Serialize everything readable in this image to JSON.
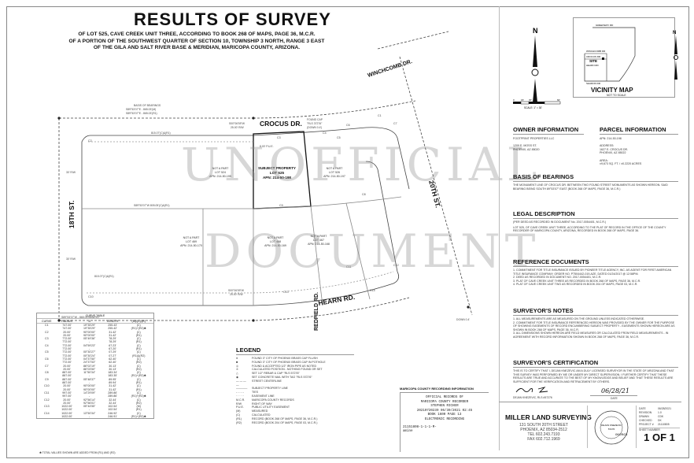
{
  "header": {
    "title": "RESULTS OF SURVEY",
    "subtitle_lines": [
      "OF LOT 525, CAVE CREEK UNIT THREE, ACCORDING TO BOOK 268 OF MAPS, PAGE 36, M.C.R.",
      "OF A PORTION OF THE SOUTHWEST QUARTER OF SECTION 10, TOWNSHIP 3 NORTH, RANGE 3 EAST",
      "OF THE GILA AND SALT RIVER BASE & MERIDIAN, MARICOPA COUNTY, ARIZONA."
    ]
  },
  "watermark": {
    "line1": "UNOFFICIAL",
    "line2": "DOCUMENT"
  },
  "plat": {
    "streets": {
      "crocus": "CROCUS DR.",
      "winchcomb": "WINCHCOMB DR.",
      "hearn": "HEARN RD.",
      "redfield": "REDFIELD RD.",
      "st18": "18TH ST.",
      "st20": "20TH ST."
    },
    "basis_label": [
      "BASIS OF BEARINGS",
      "S89°53'07\"E - 865.03'(M)",
      "S89°53'07\"E - 865.03'(R1)"
    ],
    "corner_note_top": [
      "S00°06'59\"W",
      "25.00' R/W"
    ],
    "corner_note_bottom": [
      "S00°06'59\"W",
      "25.00' R/W"
    ],
    "found_cap": [
      "FOUND CAP",
      "\"RLS 37276\"",
      "(DOWN 0.4')"
    ],
    "down_note": "DOWN 0.4'",
    "row_label": "30' R/W",
    "pue": "8.00' P.U.E.",
    "dist_top": "815.07'(C)&(R1)",
    "dist_mid": "S89°53'07\"W  805.05'(C)&(R1)",
    "dist_bottom": "815.07'(C)&(R1)",
    "dist_bottom2": "S89°53'07\"W - 865.03'(M)&(R1)",
    "subject": {
      "line1": "SUBJECT PROPERTY",
      "line2": "LOT 525",
      "line3": "APN: 214-50-198"
    },
    "lots": [
      {
        "line1": "NOT A PART",
        "line2": "LOT 524",
        "line3": "APN: 214-50-195"
      },
      {
        "line1": "NOT A PART",
        "line2": "LOT 526",
        "line3": "APN: 214-50-197"
      },
      {
        "line1": "NOT A PART",
        "line2": "LOT 469",
        "line3": "APN: 214-50-170"
      },
      {
        "line1": "NOT A PART",
        "line2": "LOT 468",
        "line3": "APN: 214-50-169"
      },
      {
        "line1": "NOT A PART",
        "line2": "LOT 467",
        "line3": "APN: 214-50-168"
      }
    ],
    "curve_labels": [
      "C1",
      "C2",
      "C3",
      "C4",
      "C5",
      "C6",
      "C7",
      "C8",
      "C9",
      "C10",
      "C11",
      "C12",
      "C13",
      "C14"
    ]
  },
  "north_arrow": {
    "letter": "N",
    "scale_ticks": [
      "0",
      "15'",
      "30'",
      "60'"
    ],
    "scale_label": "SCALE: 1\" = 30'"
  },
  "vicinity_map": {
    "title": "VICINITY MAP",
    "subtitle": "NOT TO SCALE",
    "site": "SITE",
    "roads": [
      "GREENWAY RD",
      "WINCHCOMB DR",
      "CROCUS DR",
      "HEARN RD",
      "SHARON DR",
      "18TH ST",
      "20TH ST",
      "CAVE CREEK RD"
    ]
  },
  "owner": {
    "heading": "OWNER INFORMATION",
    "lines": [
      "FOOTPRINT PROPERTIES LLC",
      "",
      "1209 E. MOSS ST.",
      "PHOENIX, AZ 85020"
    ]
  },
  "parcel": {
    "heading": "PARCEL INFORMATION",
    "lines": [
      "APN: 214-50-198",
      "",
      "ADDRESS:",
      "1627 E. CROCUS DR.",
      "PHOENIX, AZ 85022",
      "",
      "AREA:",
      "±9,673 SQ. FT. / ±0.2220 ACRES"
    ]
  },
  "basis": {
    "heading": "BASIS OF BEARINGS",
    "text": "THE MONUMENT LINE OF CROCUS DR. BETWEEN TWO FOUND STREET MONUMENTS AS SHOWN HEREON. SAID BEARING BEING SOUTH 89°53'07\" EAST (BOOK 268 OF MAPS, PAGE 36, M.C.R.)"
  },
  "legal": {
    "heading": "LEGAL DESCRIPTION",
    "line1": "(PER DEED AS RECORDED IN DOCUMENT No. 2017-0054401, M.C.R.)",
    "text": "LOT 525, OF CAVE CREEK UNIT THREE, ACCORDING TO THE PLAT OF RECORD IN THE OFFICE OF THE COUNTY RECORDER OF MARICOPA COUNTY, ARIZONA, RECORDED IN BOOK 268 OF MAPS, PAGE 36."
  },
  "references": {
    "heading": "REFERENCE DOCUMENTS",
    "items": [
      "1.  COMMITMENT FOR TITLE INSURANCE ISSUED BY PIONEER TITLE AGENCY, INC. AS AGENT FOR FIRST AMERICAN TITLE INSURANCE COMPANY, ORDER NO. P7504442-019-AZE, DATED 01/24/2017 @ 12:58PM.",
      "2.  DEED AS RECORDED IN DOCUMENT NO. 2017-0054401, M.C.R.",
      "3.  PLAT OF CAVE CREEK UNIT THREE AS RECORDED IN BOOK 268 OF MAPS, PAGE 36, M.C.R.",
      "4.  PLAT OF CAVE CREEK UNIT TWO AS RECORDED IN BOOK 204 OF MAPS, PAGE 03, M.C.R."
    ]
  },
  "notes": {
    "heading": "SURVEYOR'S NOTES",
    "items": [
      "1.  ALL MEASUREMENTS ARE AS MEASURED ON THE GROUND UNLESS INDICATED OTHERWISE.",
      "2.  COMMITMENT FOR TITLE INSURANCE REFERENCED HEREON WAS PROVIDED BY THE OWNER FOR THE PURPOSE OF SHOWING EASEMENTS OF RECORD ENCUMBERING SUBJECT PROPERTY - EASEMENTS SHOWN HEREON ARE AS SHOWN IN BOOK 268 OF MAPS, PAGE 36, M.C.R.",
      "3.  ALL DIMENSIONS SHOWN HEREON ARE FIELD MEASURES OR CALCULATED FROM FIELD MEASUREMENTS - IN AGREEMENT WITH RECORD INFORMATION SHOWN IN BOOK 268 OF MAPS, PAGE 36, M.C.R."
    ]
  },
  "certification": {
    "heading": "SURVEYOR'S CERTIFICATION",
    "text": "THIS IS TO CERTIFY THAT I, DEJAN KNEZEVIC AM A DULY LICENSED SURVEYOR IN THE STATE OF ARIZONA AND THAT THIS SURVEY WAS PERFORMED BY ME OR UNDER MY DIRECT SUPERVISION. I FURTHER CERTIFY THAT THESE RESULTS ARE TRUE AND ACCURATE TO THE BEST OF MY KNOWLEDGE AND BELIEF AND THAT THESE RESULTS ARE SUFFICIENT FOR THE VERIFICATION AND RETRACEMENT BY OTHERS.",
    "signer": "DEJAN KNEZEVIC, RLS #57276",
    "date_value": "06/28/21",
    "date_label": "DATE"
  },
  "firm": {
    "name": "MILLER LAND SURVEYING",
    "address1": "131 SOUTH 20TH STREET",
    "address2": "PHOENIX, AZ 85034-2512",
    "tel": "TEL 602.243.7193",
    "fax": "FAX 602.712.1969"
  },
  "seal": {
    "name": "DEJAN KNEZEVIC",
    "number": "57276",
    "date": "06/28/21"
  },
  "sheet_info": {
    "rows": [
      {
        "label": "DATE",
        "value": "06/28/2021"
      },
      {
        "label": "REVISION",
        "value": "1.0"
      },
      {
        "label": "DRAWN",
        "value": "CDK"
      },
      {
        "label": "CHECKED",
        "value": "DK"
      },
      {
        "label": "PROJECT #",
        "value": "21110805"
      }
    ],
    "sheet_number_label": "SHEET NUMBER",
    "sheet_number": "1 OF 1"
  },
  "recording": {
    "heading": "MARICOPA COUNTY RECORDING INFORMATION",
    "lines": [
      "OFFICIAL RECORDS OF",
      "MARICOPA COUNTY RECORDER",
      "STEPHEN RICHER",
      "20210720239  06/30/2021  02:45",
      "BOOK 1600  PAGE 13",
      "ELECTRONIC RECORDING"
    ],
    "footer1": "21151808-1-1-1-M-",
    "footer2": "amine"
  },
  "legend": {
    "heading": "LEGEND",
    "items": [
      {
        "sym": "●",
        "text": "FOUND 3\" CITY OF PHOENIX BRASS CAP FLUSH"
      },
      {
        "sym": "■",
        "text": "FOUND 3\" CITY OF PHOENIX BRASS CAP IN POTHOLE"
      },
      {
        "sym": "◎",
        "text": "FOUND & ACCEPTED 1/2\" IRON PIPE AS NOTED"
      },
      {
        "sym": "✕",
        "text": "CALCULATED POSITION - NOTHING FOUND OR SET"
      },
      {
        "sym": "△",
        "text": "SET 1/2\" REBAR & CAP \"RLS 57276\""
      },
      {
        "sym": "◉",
        "text": "SET CONCRETE NAIL WITH TAG \"RLS 57276\""
      },
      {
        "sym": "— — — —",
        "text": "STREET CENTERLINE"
      },
      {
        "sym": "————",
        "text": "SUBJECT PROPERTY LINE"
      },
      {
        "sym": "- - - - -",
        "text": "TIES"
      },
      {
        "sym": "· · · · ·",
        "text": "EASEMENT LINE"
      },
      {
        "sym": "M.C.R.",
        "text": "MARICOPA COUNTY RECORDS"
      },
      {
        "sym": "R/W",
        "text": "RIGHT OF WAY"
      },
      {
        "sym": "P.U.E.",
        "text": "PUBLIC UTILITY EASEMENT"
      },
      {
        "sym": "(M)",
        "text": "MEASURED"
      },
      {
        "sym": "(C)",
        "text": "CALCULATED"
      },
      {
        "sym": "(R1)",
        "text": "RECORD (BOOK 268 OF MAPS, PAGE 36, M.C.R.)"
      },
      {
        "sym": "(R2)",
        "text": "RECORD (BOOK 204 OF MAPS, PAGE 03, M.C.R.)"
      }
    ]
  },
  "curve_table": {
    "title": "CURVE TABLE",
    "headers": [
      "CURVE",
      "RADIUS",
      "Δ",
      "LENGTH",
      "(M)/(C)/(R)"
    ],
    "rows": [
      [
        "C1",
        "747.00'",
        "19°35'29\"",
        "255.43'",
        "(C)"
      ],
      [
        "",
        "747.00'",
        "19°35'29\"",
        "255.42'",
        "(R1)+(R2)✱"
      ],
      [
        "C2",
        "20.00'",
        "90°00'00\"",
        "31.42'",
        "(C)"
      ],
      [
        "",
        "20.00'",
        "90°00'00\"",
        "31.42'",
        "(R1)"
      ],
      [
        "C3",
        "772.00'",
        "05°49'36\"",
        "78.29'",
        "(C)"
      ],
      [
        "",
        "772.00'",
        "-",
        "78.29'",
        "(R1)"
      ],
      [
        "C4",
        "772.00'",
        "04°59'23\"",
        "67.23'",
        "(C)"
      ],
      [
        "",
        "772.00'",
        "-",
        "67.20'",
        "(R1)"
      ],
      [
        "C5",
        "772.00'",
        "00°30'27\"",
        "07.29'",
        "(C)"
      ],
      [
        "",
        "772.00'",
        "00°30'24\"",
        "07.27'",
        "(R1)&(R2)"
      ],
      [
        "C6",
        "772.00'",
        "04°37'50\"",
        "62.40'",
        "(C)"
      ],
      [
        "",
        "772.00'",
        "24°37'53\"",
        "62.40'",
        "(R2)"
      ],
      [
        "C7",
        "20.00'",
        "86°02'19\"",
        "30.13'",
        "(C)"
      ],
      [
        "",
        "20.00'",
        "86°03'50\"",
        "30.13'",
        "(R2)"
      ],
      [
        "C8",
        "887.00'",
        "11°50'34\"",
        "183.34'",
        "(C)"
      ],
      [
        "",
        "887.00'",
        "-",
        "183.35'",
        "(R1)+(R2)✱"
      ],
      [
        "C9",
        "887.00'",
        "05°48'37\"",
        "89.95'",
        "(C)"
      ],
      [
        "",
        "887.00'",
        "-",
        "89.94'",
        "(R1)"
      ],
      [
        "C10",
        "20.00'",
        "90°00'00\"",
        "31.42'",
        "(C)"
      ],
      [
        "",
        "20.00'",
        "90°00'00\"",
        "31.42'",
        "(R1)"
      ],
      [
        "C11",
        "997.00'",
        "14°29'09\"",
        "289.86'",
        "(C)"
      ],
      [
        "",
        "997.00'",
        "-",
        "289.86'",
        "(R1)+(R2)✱"
      ],
      [
        "C12",
        "20.00'",
        "92°56'14\"",
        "32.44'",
        "(C)"
      ],
      [
        "",
        "20.00'",
        "92°56'01\"",
        "32.44'",
        "(R2)"
      ],
      [
        "C13",
        "1022.00'",
        "05°44'55\"",
        "102.54'",
        "(M)"
      ],
      [
        "",
        "1022.00'",
        "-",
        "102.54'",
        "(R1)"
      ],
      [
        "C14",
        "1022.00'",
        "13°50'34\"",
        "246.92'",
        "(C)"
      ],
      [
        "",
        "1022.00'",
        "-",
        "246.91'",
        "(R1)+(R2)✱"
      ]
    ],
    "footnote": "✱   TOTAL VALUES SHOWN ARE ADDED FROM (R1) AND (R2)"
  }
}
